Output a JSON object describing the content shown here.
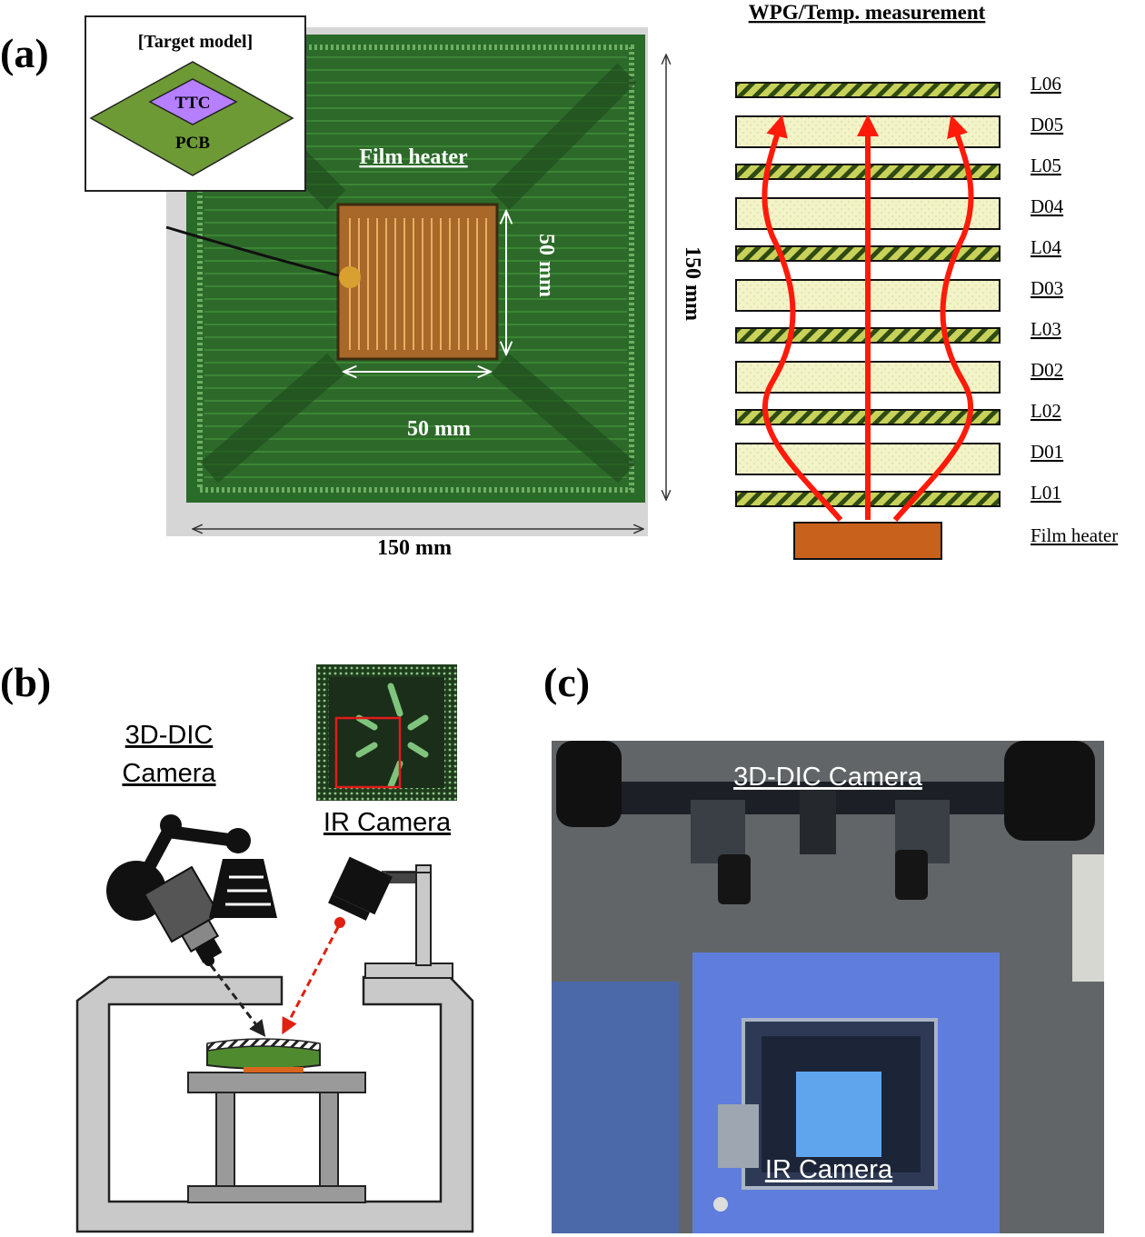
{
  "figure": {
    "panel_a": {
      "label": "(a)",
      "inset": {
        "title": "[Target model]",
        "top_layer": "TTC",
        "bottom_layer": "PCB"
      },
      "heater_label": "Film heater",
      "dim_heater_vertical": "50 mm",
      "dim_heater_horizontal": "50 mm",
      "dim_board_vertical": "150 mm",
      "dim_board_horizontal": "150 mm"
    },
    "stack": {
      "title": "WPG/Temp. measurement",
      "layers": [
        "L06",
        "D05",
        "L05",
        "D04",
        "L04",
        "D03",
        "L03",
        "D02",
        "L02",
        "D01",
        "L01"
      ],
      "heater_label": "Film heater",
      "colors": {
        "hatch_layer": "#c8d25a",
        "hatch_stripe": "#2f4a12",
        "dielectric": "#f3f3c8",
        "arrow": "#ff1a0a",
        "heater": "#c8611c"
      }
    },
    "panel_b": {
      "label": "(b)",
      "dic_camera_label_line1": "3D-DIC",
      "dic_camera_label_line2": "Camera",
      "ir_camera_label": "IR Camera"
    },
    "panel_c": {
      "label": "(c)",
      "dic_camera_label": "3D-DIC Camera",
      "ir_camera_label": "IR Camera"
    }
  }
}
